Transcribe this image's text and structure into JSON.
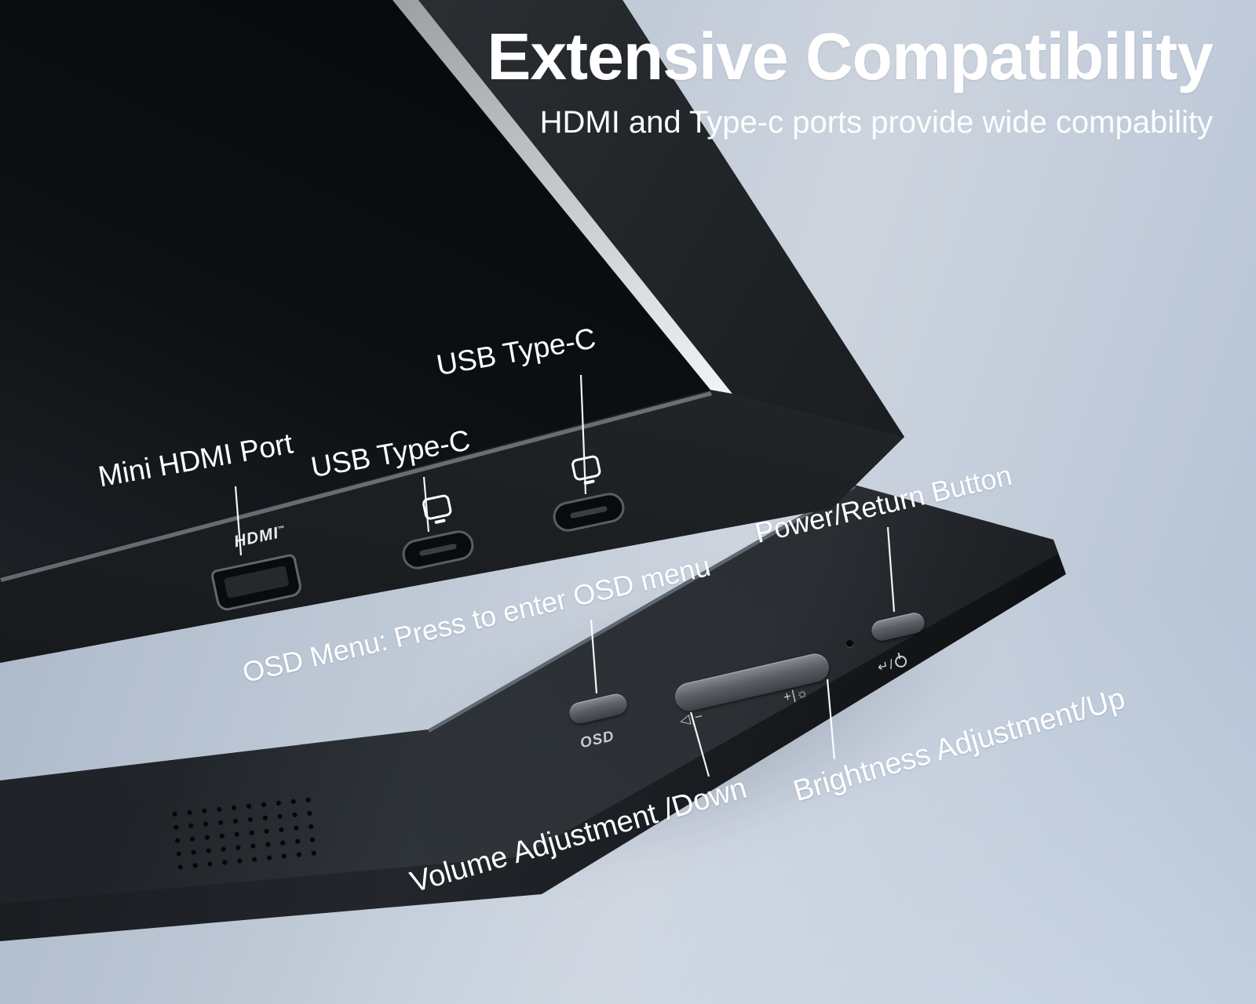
{
  "header": {
    "title": "Extensive Compatibility",
    "subtitle": "HDMI and Type-c ports provide wide compability"
  },
  "callouts": {
    "mini_hdmi": "Mini HDMI Port",
    "usb_c_top": "USB Type-C",
    "usb_c_front": "USB Type-C",
    "power": "Power/Return Button",
    "osd_menu": "OSD Menu: Press to enter OSD menu",
    "volume": "Volume Adjustment /Down",
    "brightness": "Brightness Adjustment/Up"
  },
  "device_markings": {
    "hdmi_logo": "HDMI",
    "hdmi_tm": "™",
    "osd_button": "OSD",
    "volume_down_glyph": "◁|−",
    "brightness_up_glyph": "+|☼",
    "power_return_glyph": "↵/"
  },
  "colors": {
    "background_light": "#cdd4de",
    "background_dark": "#a6b3c6",
    "device_black": "#0c0d0e",
    "accent_streak": "#f8fafb",
    "button_gray": "#878c93",
    "label_text": "#ffffff"
  }
}
